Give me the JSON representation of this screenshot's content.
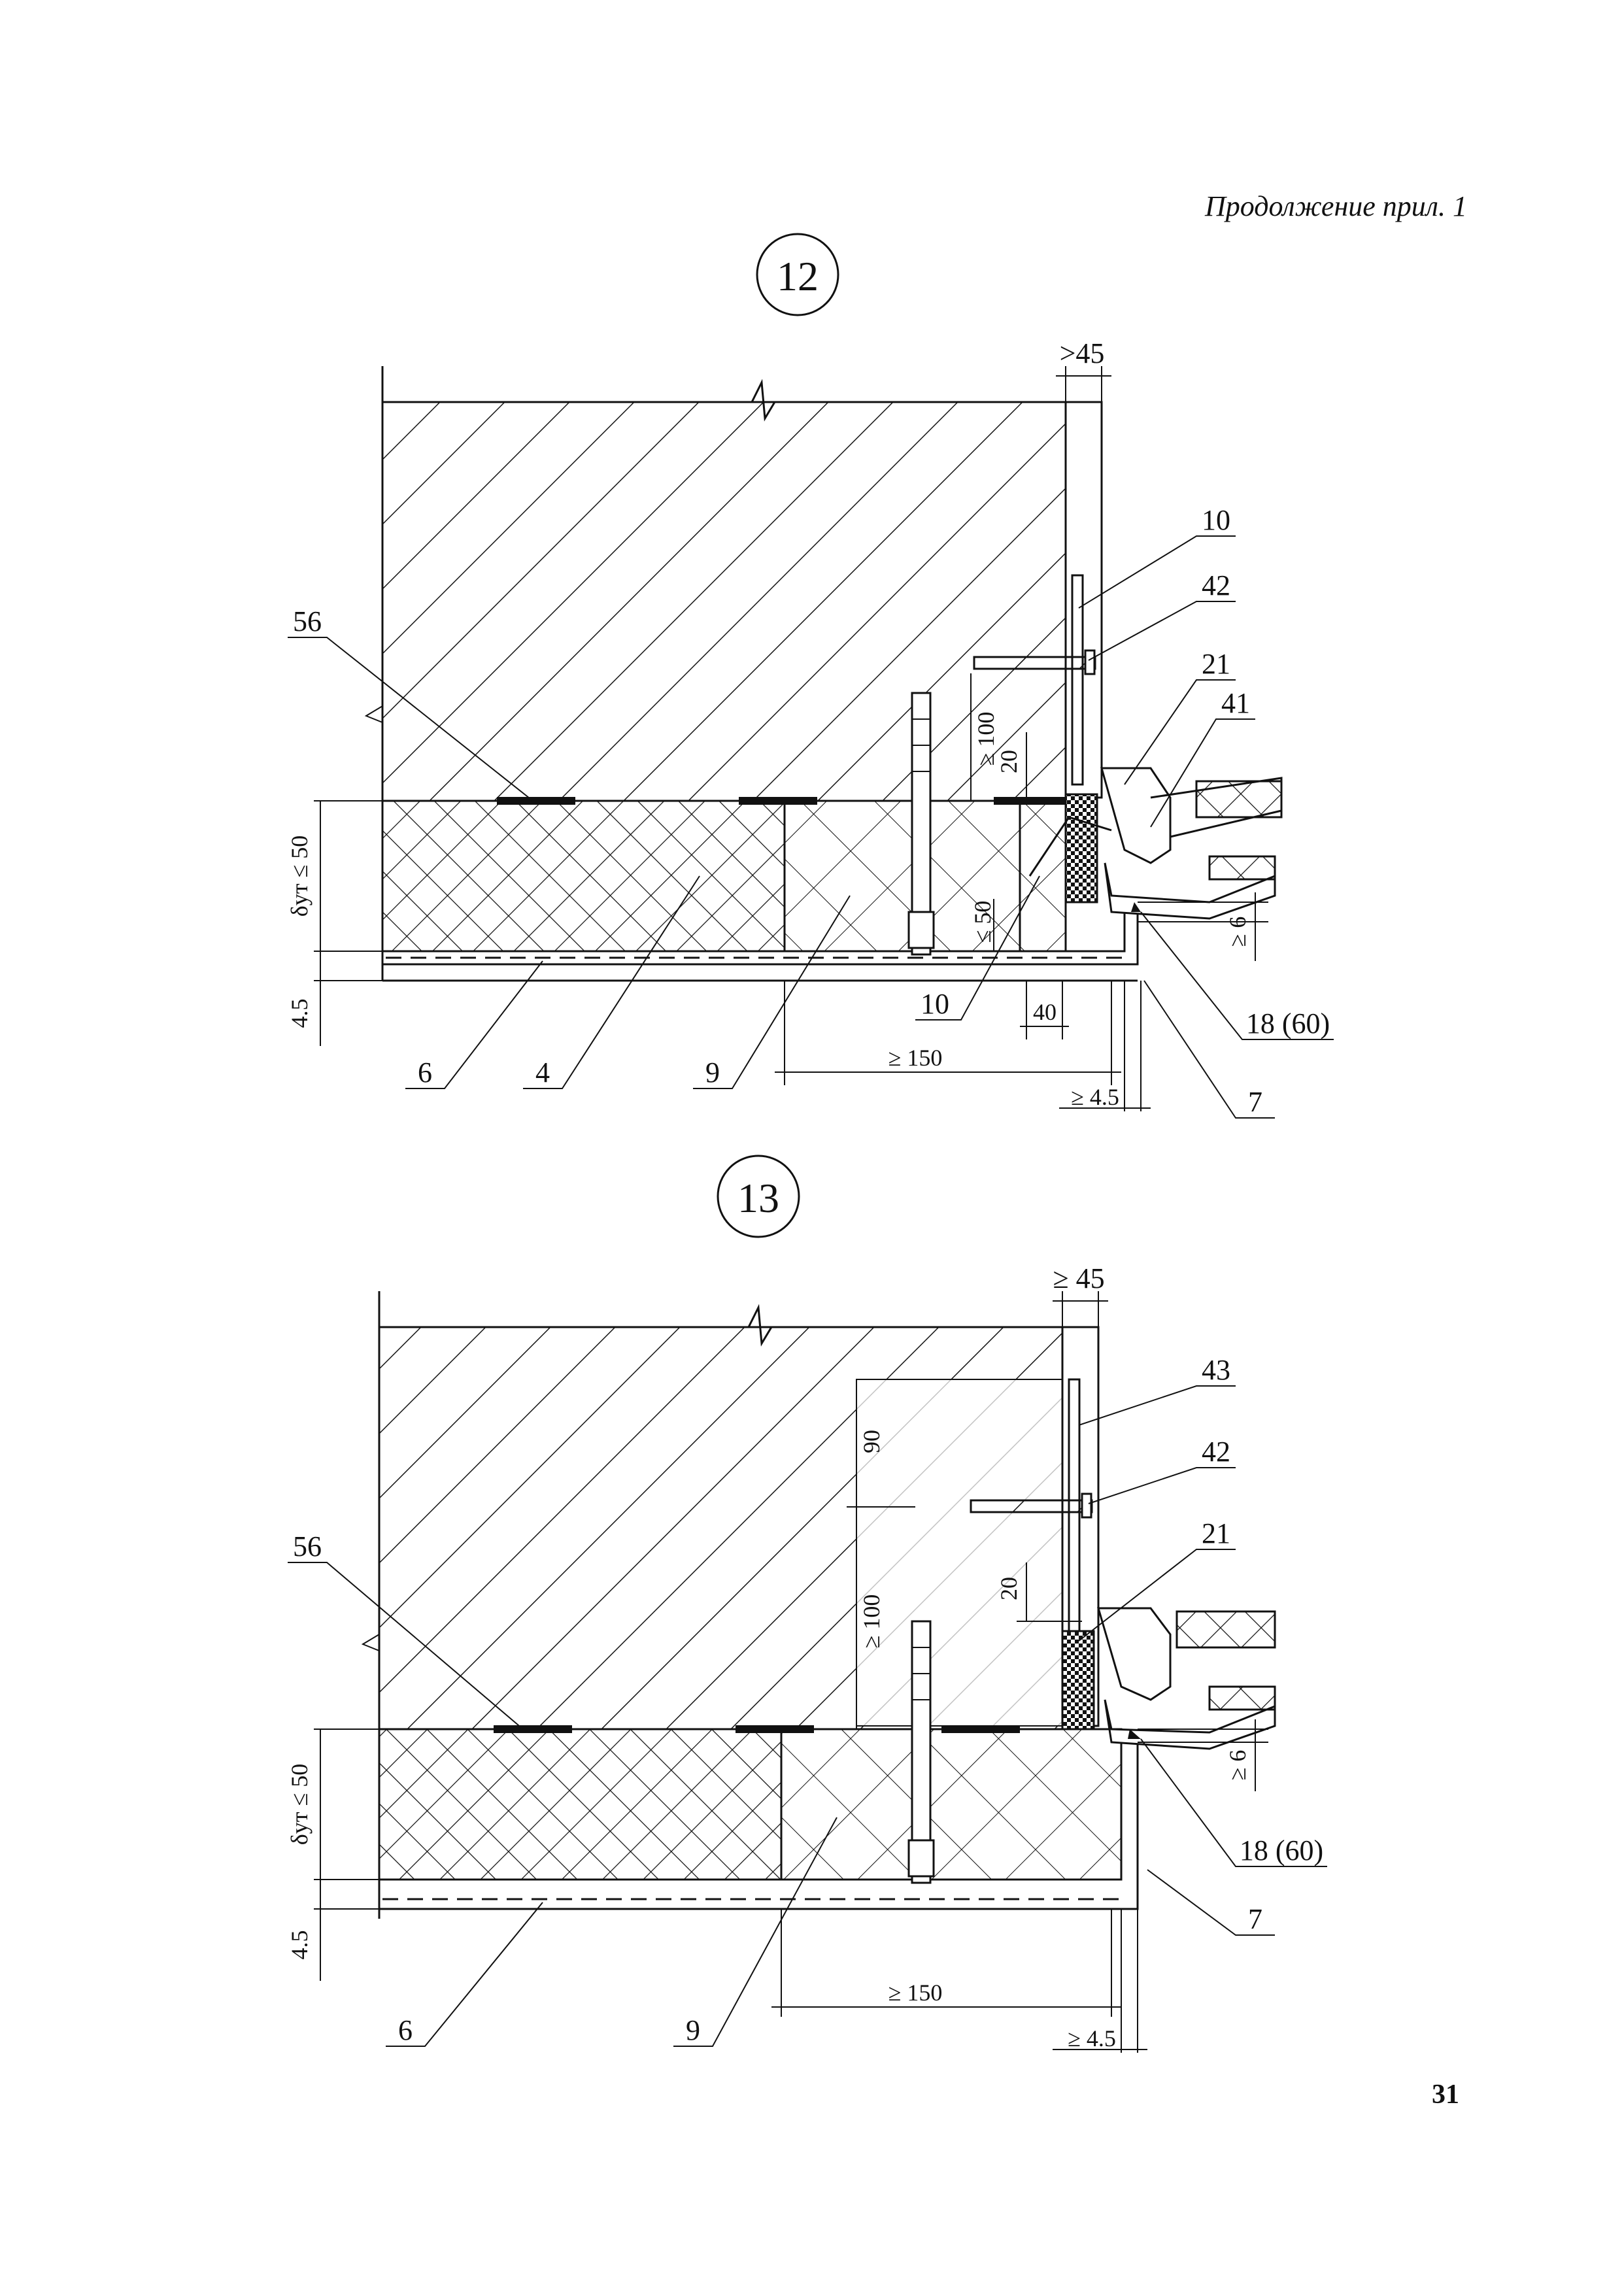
{
  "header": {
    "note": "Продолжение прил. 1"
  },
  "page_number": "31",
  "details": [
    {
      "number": "12",
      "dims": {
        "top": ">45",
        "d100": "≥ 100",
        "d20": "20",
        "d50": "≤ 50",
        "d40": "40",
        "d150": "≥  150",
        "d45b": "≥ 4.5",
        "d6": "≥ 6",
        "left": "δут ≤ 50",
        "left_b": "4.5"
      },
      "labels": {
        "l56": "56",
        "l10a": "10",
        "l42": "42",
        "l21": "21",
        "l41": "41",
        "l10b": "10",
        "l18": "18 (60)",
        "l7": "7",
        "l6": "6",
        "l4": "4",
        "l9": "9"
      }
    },
    {
      "number": "13",
      "dims": {
        "top": "≥ 45",
        "d90": "90",
        "d100": "≥ 100",
        "d20": "20",
        "d150": "≥  150",
        "d45b": "≥ 4.5",
        "d6": "≥ 6",
        "left": "δут ≤ 50",
        "left_b": "4.5"
      },
      "labels": {
        "l56": "56",
        "l43": "43",
        "l42": "42",
        "l21": "21",
        "l18": "18 (60)",
        "l7": "7",
        "l6": "6",
        "l9": "9"
      }
    }
  ]
}
